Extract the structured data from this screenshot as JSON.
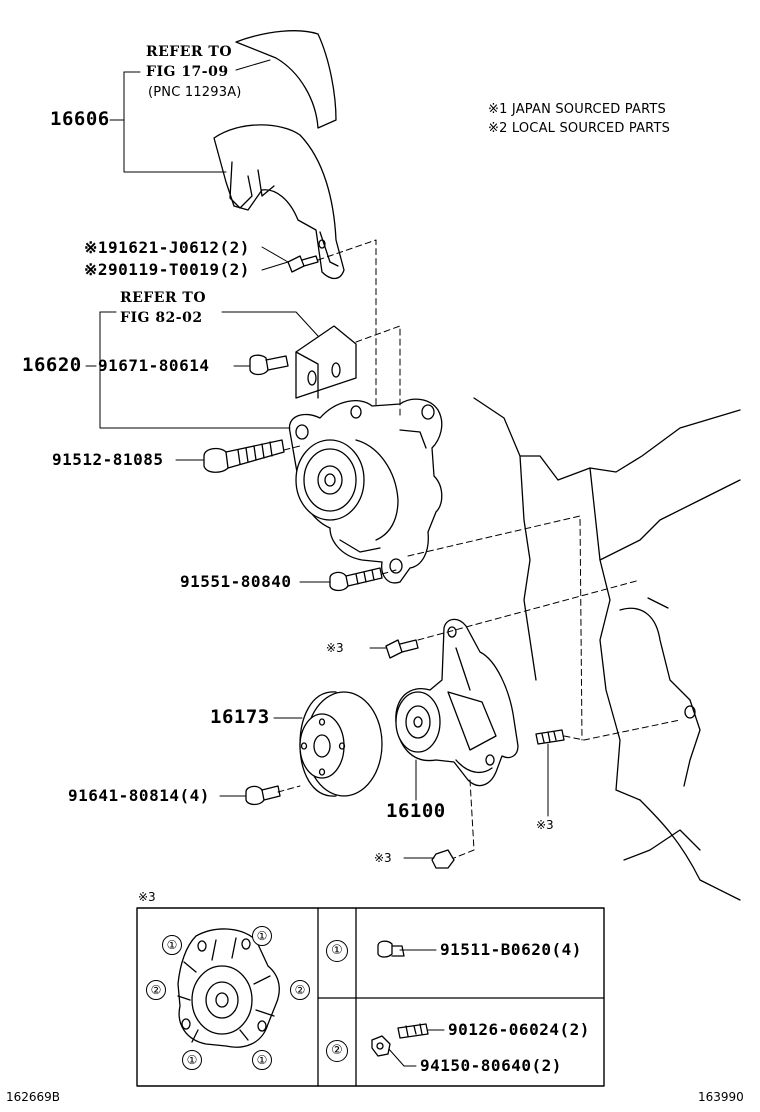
{
  "refer_top": {
    "line1": "REFER TO",
    "line2": "FIG 17-09",
    "line3": "(PNC 11293A)"
  },
  "refer_mid": {
    "line1": "REFER TO",
    "line2": "FIG 82-02"
  },
  "notes": {
    "n1": "※1 JAPAN SOURCED PARTS",
    "n2": "※2 LOCAL SOURCED PARTS"
  },
  "parts": {
    "p16606": "16606",
    "p91621": "※191621-J0612(2)",
    "p90119": "※290119-T0019(2)",
    "p16620": "16620",
    "p91671": "91671-80614",
    "p91512": "91512-81085",
    "p91551": "91551-80840",
    "p16173": "16173",
    "p91641": "91641-80814(4)",
    "p16100": "16100",
    "x3a": "※3",
    "x3b": "※3",
    "x3c": "※3",
    "x3d": "※3"
  },
  "inset": {
    "c1": "①",
    "c2": "②",
    "p91511": "91511-B0620(4)",
    "p90126": "90126-06024(2)",
    "p94150": "94150-80640(2)"
  },
  "footer": {
    "left": "162669B",
    "right": "163990"
  }
}
